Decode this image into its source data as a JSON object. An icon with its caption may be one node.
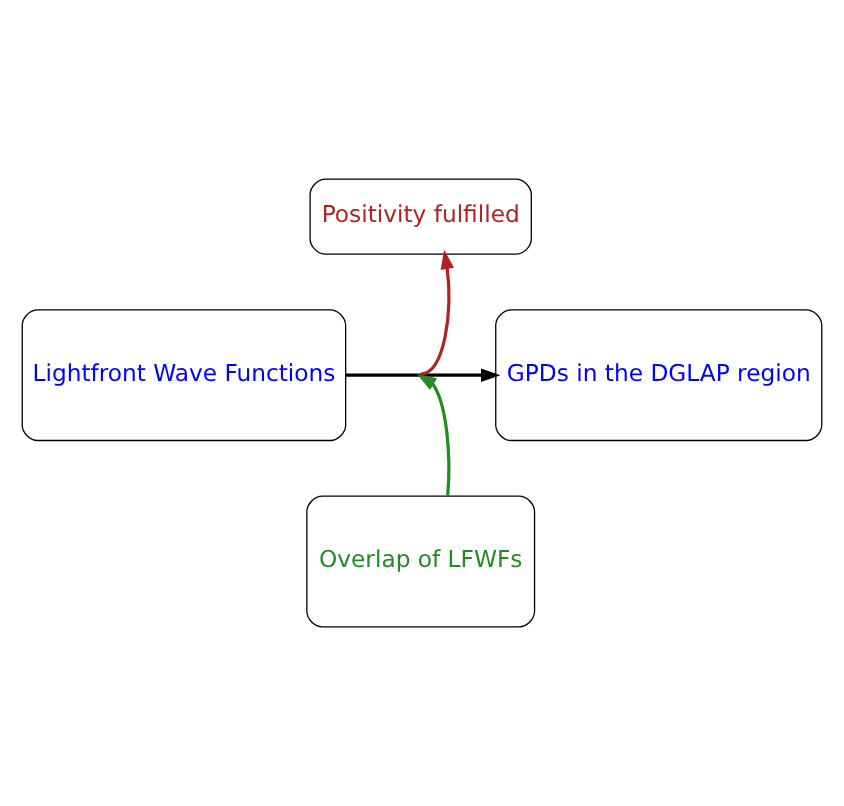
{
  "diagram": {
    "nodes": [
      {
        "text": [
          "Positivity fulfilled"
        ]
      },
      {
        "text": [
          "Lightfront Wave Functions"
        ]
      },
      {
        "text": [
          "GPDs in the DGLAP region"
        ]
      },
      {
        "text": [
          "Overlap of LFWFs"
        ]
      }
    ],
    "edges": [
      {
        "from": 1,
        "to": 2,
        "arrow": "to",
        "color": "#000000"
      },
      {
        "from": null,
        "to": 0,
        "arrow": "to",
        "color": "#b22222"
      },
      {
        "from": 3,
        "to": null,
        "arrow": "to",
        "color": "#228b22"
      }
    ]
  }
}
